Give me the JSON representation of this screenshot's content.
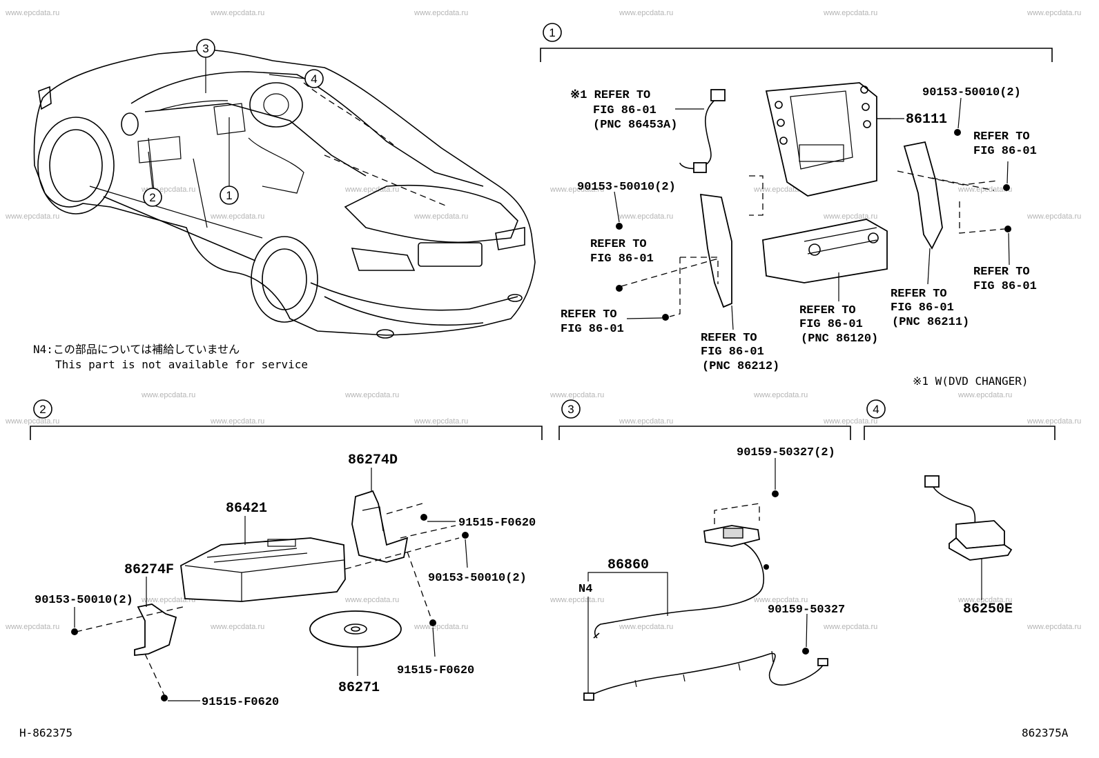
{
  "watermark": "www.epcdata.ru",
  "note": {
    "jp": "N4:この部品については補給していません",
    "en": "This part is not available for service"
  },
  "footer": {
    "left_code": "H-862375",
    "right_code": "862375A"
  },
  "sections": [
    {
      "id": "1"
    },
    {
      "id": "2"
    },
    {
      "id": "3"
    },
    {
      "id": "4"
    }
  ],
  "car_callouts": [
    "1",
    "2",
    "3",
    "4"
  ],
  "section1": {
    "ref_pnc_86453a": {
      "l1": "※1 REFER TO",
      "l2": "FIG 86-01",
      "l3": "(PNC 86453A)"
    },
    "part_86111": "86111",
    "part_90153_top_right": "90153-50010(2)",
    "part_90153_left": "90153-50010(2)",
    "ref_right_upper": {
      "l1": "REFER TO",
      "l2": "FIG 86-01"
    },
    "ref_right_lower": {
      "l1": "REFER TO",
      "l2": "FIG 86-01"
    },
    "ref_left_upper": {
      "l1": "REFER TO",
      "l2": "FIG 86-01"
    },
    "ref_left_lower": {
      "l1": "REFER TO",
      "l2": "FIG 86-01"
    },
    "ref_pnc_86212": {
      "l1": "REFER TO",
      "l2": "FIG 86-01",
      "l3": "(PNC 86212)"
    },
    "ref_pnc_86120": {
      "l1": "REFER TO",
      "l2": "FIG 86-01",
      "l3": "(PNC 86120)"
    },
    "ref_pnc_86211": {
      "l1": "REFER TO",
      "l2": "FIG 86-01",
      "l3": "(PNC 86211)"
    },
    "footnote": "※1 W(DVD CHANGER)"
  },
  "section2": {
    "part_86274d": "86274D",
    "part_86421": "86421",
    "part_86274f": "86274F",
    "part_91515_top": "91515-F0620",
    "part_90153_right": "90153-50010(2)",
    "part_90153_left": "90153-50010(2)",
    "part_86271": "86271",
    "part_91515_mid": "91515-F0620",
    "part_91515_bottom": "91515-F0620"
  },
  "section3": {
    "part_90159_top": "90159-50327(2)",
    "part_86860": "86860",
    "part_n4": "N4",
    "part_90159_mid": "90159-50327"
  },
  "section4": {
    "part_86250e": "86250E"
  }
}
